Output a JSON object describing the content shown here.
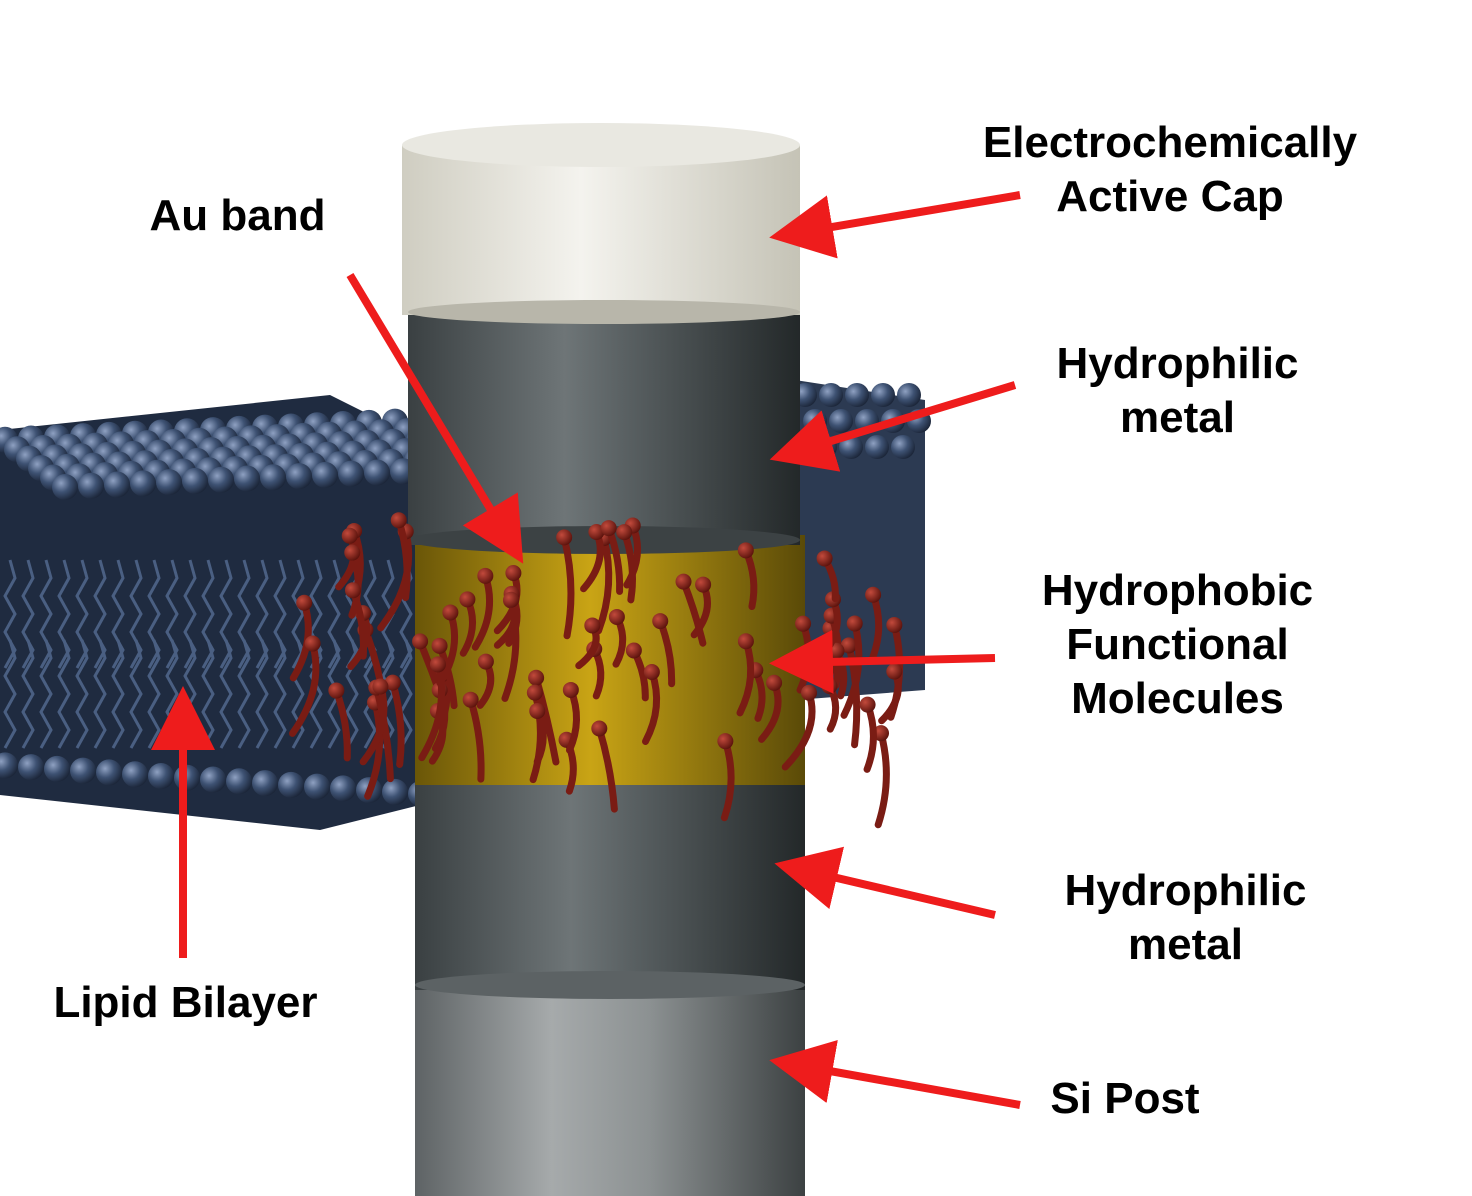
{
  "colors": {
    "arrow": "#ee1c1c",
    "lipid_head": "#3e5273",
    "lipid_tail": "#3a4c6a",
    "hydrophobic_molecule": "#8a1f17",
    "au_band": "#b8930f",
    "metal": "#4f5658",
    "si_post": "#7d8283",
    "cap": "#d9d7cc"
  },
  "labels": {
    "cap": {
      "line1": "Electrochemically",
      "line2": "Active Cap"
    },
    "au_band": {
      "line1": "Au band"
    },
    "hydrophilic_top": {
      "line1": "Hydrophilic",
      "line2": "metal"
    },
    "hydrophobic": {
      "line1": "Hydrophobic",
      "line2": "Functional",
      "line3": "Molecules"
    },
    "hydrophilic_bottom": {
      "line1": "Hydrophilic",
      "line2": "metal"
    },
    "lipid_bilayer": {
      "line1": "Lipid Bilayer"
    },
    "si_post": {
      "line1": "Si Post"
    }
  }
}
